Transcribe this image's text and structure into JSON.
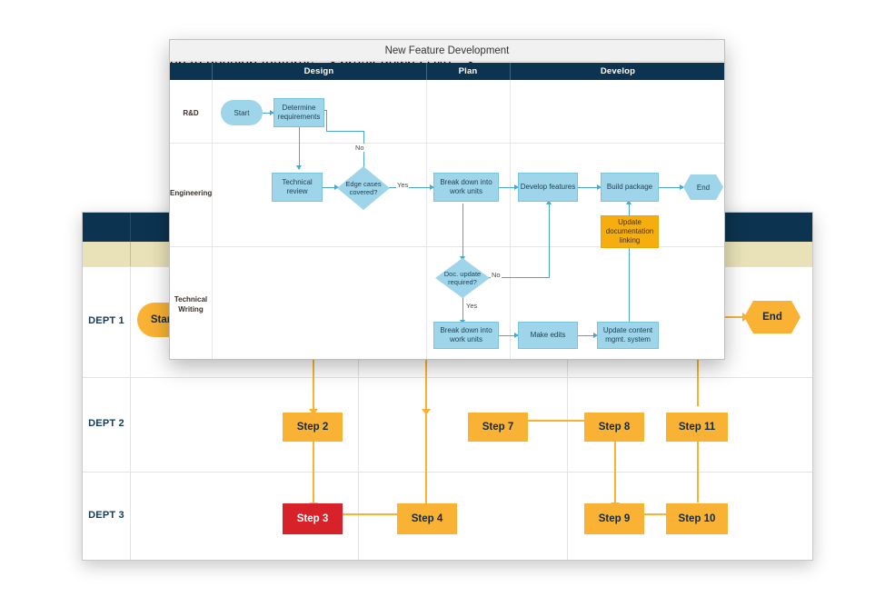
{
  "back_diagram": {
    "name": "generic-swimlane-process",
    "header_color": "#0c3350",
    "subheader_color": "#e9e2b8",
    "accent_color": "#f9b233",
    "danger_color": "#d8222a",
    "lanes": [
      {
        "label": "DEPT 1"
      },
      {
        "label": "DEPT 2"
      },
      {
        "label": "DEPT 3"
      }
    ],
    "nodes": [
      {
        "id": "start",
        "label": "Start",
        "shape": "pill",
        "lane": 0,
        "color": "#f9b233"
      },
      {
        "id": "step2",
        "label": "Step 2",
        "shape": "rect",
        "lane": 1,
        "color": "#f9b233"
      },
      {
        "id": "step3",
        "label": "Step 3",
        "shape": "rect",
        "lane": 2,
        "color": "#d8222a"
      },
      {
        "id": "step4",
        "label": "Step 4",
        "shape": "rect",
        "lane": 2,
        "color": "#f9b233"
      },
      {
        "id": "step7",
        "label": "Step 7",
        "shape": "rect",
        "lane": 1,
        "color": "#f9b233"
      },
      {
        "id": "step8",
        "label": "Step 8",
        "shape": "rect",
        "lane": 1,
        "color": "#f9b233"
      },
      {
        "id": "step9",
        "label": "Step 9",
        "shape": "rect",
        "lane": 2,
        "color": "#f9b233"
      },
      {
        "id": "step10",
        "label": "Step 10",
        "shape": "rect",
        "lane": 2,
        "color": "#f9b233"
      },
      {
        "id": "step11",
        "label": "Step 11",
        "shape": "rect",
        "lane": 1,
        "color": "#f9b233"
      },
      {
        "id": "end",
        "label": "End",
        "shape": "hexagon",
        "lane": 0,
        "color": "#f9b233"
      }
    ],
    "edges": [
      {
        "from": "start",
        "to": "step2"
      },
      {
        "from": "step2",
        "to": "step3"
      },
      {
        "from": "step3",
        "to": "step4"
      },
      {
        "from": "step4",
        "to": "step7"
      },
      {
        "from": "step7",
        "to": "step8"
      },
      {
        "from": "step8",
        "to": "step9"
      },
      {
        "from": "step9",
        "to": "step10"
      },
      {
        "from": "step10",
        "to": "step11"
      },
      {
        "from": "step11",
        "to": "end"
      }
    ]
  },
  "front_diagram": {
    "title": "New Feature Development",
    "header_color": "#0c3350",
    "titlebar_color": "#f1f1f1",
    "accent_color": "#f6ad0e",
    "shape_color": "#9ed5ea",
    "columns": [
      {
        "label": "Design"
      },
      {
        "label": "Plan"
      },
      {
        "label": "Develop"
      }
    ],
    "lanes": [
      {
        "label": "R&D"
      },
      {
        "label": "Engineering"
      },
      {
        "label": "Technical\nWriting"
      }
    ],
    "nodes": [
      {
        "id": "start",
        "label": "Start",
        "shape": "pill",
        "lane": "R&D",
        "column": "Design"
      },
      {
        "id": "determine",
        "label": "Determine requirements",
        "shape": "rect",
        "lane": "R&D",
        "column": "Design"
      },
      {
        "id": "techrev",
        "label": "Technical review",
        "shape": "rect",
        "lane": "Engineering",
        "column": "Design"
      },
      {
        "id": "edge",
        "label": "Edge cases covered?",
        "shape": "diamond",
        "lane": "Engineering",
        "column": "Design"
      },
      {
        "id": "breakeng",
        "label": "Break down into work units",
        "shape": "rect",
        "lane": "Engineering",
        "column": "Plan"
      },
      {
        "id": "devfeat",
        "label": "Develop features",
        "shape": "rect",
        "lane": "Engineering",
        "column": "Develop"
      },
      {
        "id": "build",
        "label": "Build package",
        "shape": "rect",
        "lane": "Engineering",
        "column": "Develop"
      },
      {
        "id": "end",
        "label": "End",
        "shape": "hexagon",
        "lane": "Engineering",
        "column": "Develop"
      },
      {
        "id": "updoc",
        "label": "Update documentation linking",
        "shape": "rect",
        "lane": "Engineering",
        "column": "Develop",
        "accent": true
      },
      {
        "id": "docreq",
        "label": "Doc. update required?",
        "shape": "diamond",
        "lane": "Technical Writing",
        "column": "Plan"
      },
      {
        "id": "breaktw",
        "label": "Break down into work units",
        "shape": "rect",
        "lane": "Technical Writing",
        "column": "Plan"
      },
      {
        "id": "edits",
        "label": "Make edits",
        "shape": "rect",
        "lane": "Technical Writing",
        "column": "Develop"
      },
      {
        "id": "cms",
        "label": "Update content mgmt. system",
        "shape": "rect",
        "lane": "Technical Writing",
        "column": "Develop"
      }
    ],
    "edge_labels": {
      "edge_no": "No",
      "edge_yes": "Yes",
      "doc_no": "No",
      "doc_yes": "Yes"
    },
    "edges": [
      {
        "from": "start",
        "to": "determine"
      },
      {
        "from": "determine",
        "to": "techrev"
      },
      {
        "from": "techrev",
        "to": "edge"
      },
      {
        "from": "edge",
        "to": "determine",
        "label": "No"
      },
      {
        "from": "edge",
        "to": "breakeng",
        "label": "Yes"
      },
      {
        "from": "breakeng",
        "to": "devfeat"
      },
      {
        "from": "devfeat",
        "to": "build"
      },
      {
        "from": "build",
        "to": "end"
      },
      {
        "from": "updoc",
        "to": "build"
      },
      {
        "from": "breakeng",
        "to": "docreq"
      },
      {
        "from": "docreq",
        "to": "devfeat",
        "label": "No"
      },
      {
        "from": "docreq",
        "to": "breaktw",
        "label": "Yes"
      },
      {
        "from": "breaktw",
        "to": "edits"
      },
      {
        "from": "edits",
        "to": "cms"
      },
      {
        "from": "cms",
        "to": "updoc"
      }
    ]
  }
}
